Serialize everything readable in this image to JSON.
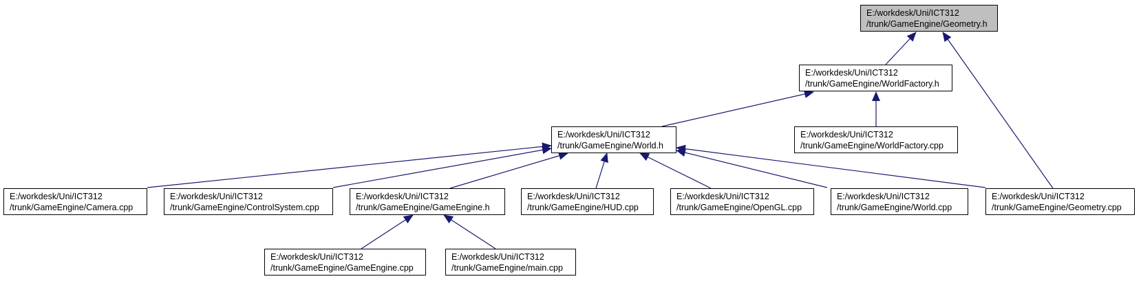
{
  "graph": {
    "colors": {
      "edge": "#191970",
      "border": "#000000",
      "root_fill": "#bfbfbf",
      "node_fill": "#ffffff"
    },
    "nodes": [
      {
        "id": "geometry_h",
        "line1": "E:/workdesk/Uni/ICT312",
        "line2": "/trunk/GameEngine/Geometry.h",
        "highlight": true
      },
      {
        "id": "worldfactory_h",
        "line1": "E:/workdesk/Uni/ICT312",
        "line2": "/trunk/GameEngine/WorldFactory.h"
      },
      {
        "id": "world_h",
        "line1": "E:/workdesk/Uni/ICT312",
        "line2": "/trunk/GameEngine/World.h"
      },
      {
        "id": "worldfactory_cpp",
        "line1": "E:/workdesk/Uni/ICT312",
        "line2": "/trunk/GameEngine/WorldFactory.cpp"
      },
      {
        "id": "camera_cpp",
        "line1": "E:/workdesk/Uni/ICT312",
        "line2": "/trunk/GameEngine/Camera.cpp"
      },
      {
        "id": "controlsystem_cpp",
        "line1": "E:/workdesk/Uni/ICT312",
        "line2": "/trunk/GameEngine/ControlSystem.cpp"
      },
      {
        "id": "gameengine_h",
        "line1": "E:/workdesk/Uni/ICT312",
        "line2": "/trunk/GameEngine/GameEngine.h"
      },
      {
        "id": "hud_cpp",
        "line1": "E:/workdesk/Uni/ICT312",
        "line2": "/trunk/GameEngine/HUD.cpp"
      },
      {
        "id": "opengl_cpp",
        "line1": "E:/workdesk/Uni/ICT312",
        "line2": "/trunk/GameEngine/OpenGL.cpp"
      },
      {
        "id": "world_cpp",
        "line1": "E:/workdesk/Uni/ICT312",
        "line2": "/trunk/GameEngine/World.cpp"
      },
      {
        "id": "geometry_cpp",
        "line1": "E:/workdesk/Uni/ICT312",
        "line2": "/trunk/GameEngine/Geometry.cpp"
      },
      {
        "id": "gameengine_cpp",
        "line1": "E:/workdesk/Uni/ICT312",
        "line2": "/trunk/GameEngine/GameEngine.cpp"
      },
      {
        "id": "main_cpp",
        "line1": "E:/workdesk/Uni/ICT312",
        "line2": "/trunk/GameEngine/main.cpp"
      }
    ],
    "edges": [
      {
        "from": "worldfactory_h",
        "to": "geometry_h"
      },
      {
        "from": "geometry_cpp",
        "to": "geometry_h"
      },
      {
        "from": "world_h",
        "to": "worldfactory_h"
      },
      {
        "from": "worldfactory_cpp",
        "to": "worldfactory_h"
      },
      {
        "from": "camera_cpp",
        "to": "world_h"
      },
      {
        "from": "controlsystem_cpp",
        "to": "world_h"
      },
      {
        "from": "gameengine_h",
        "to": "world_h"
      },
      {
        "from": "hud_cpp",
        "to": "world_h"
      },
      {
        "from": "opengl_cpp",
        "to": "world_h"
      },
      {
        "from": "world_cpp",
        "to": "world_h"
      },
      {
        "from": "geometry_cpp",
        "to": "world_h"
      },
      {
        "from": "gameengine_cpp",
        "to": "gameengine_h"
      },
      {
        "from": "main_cpp",
        "to": "gameengine_h"
      }
    ]
  }
}
